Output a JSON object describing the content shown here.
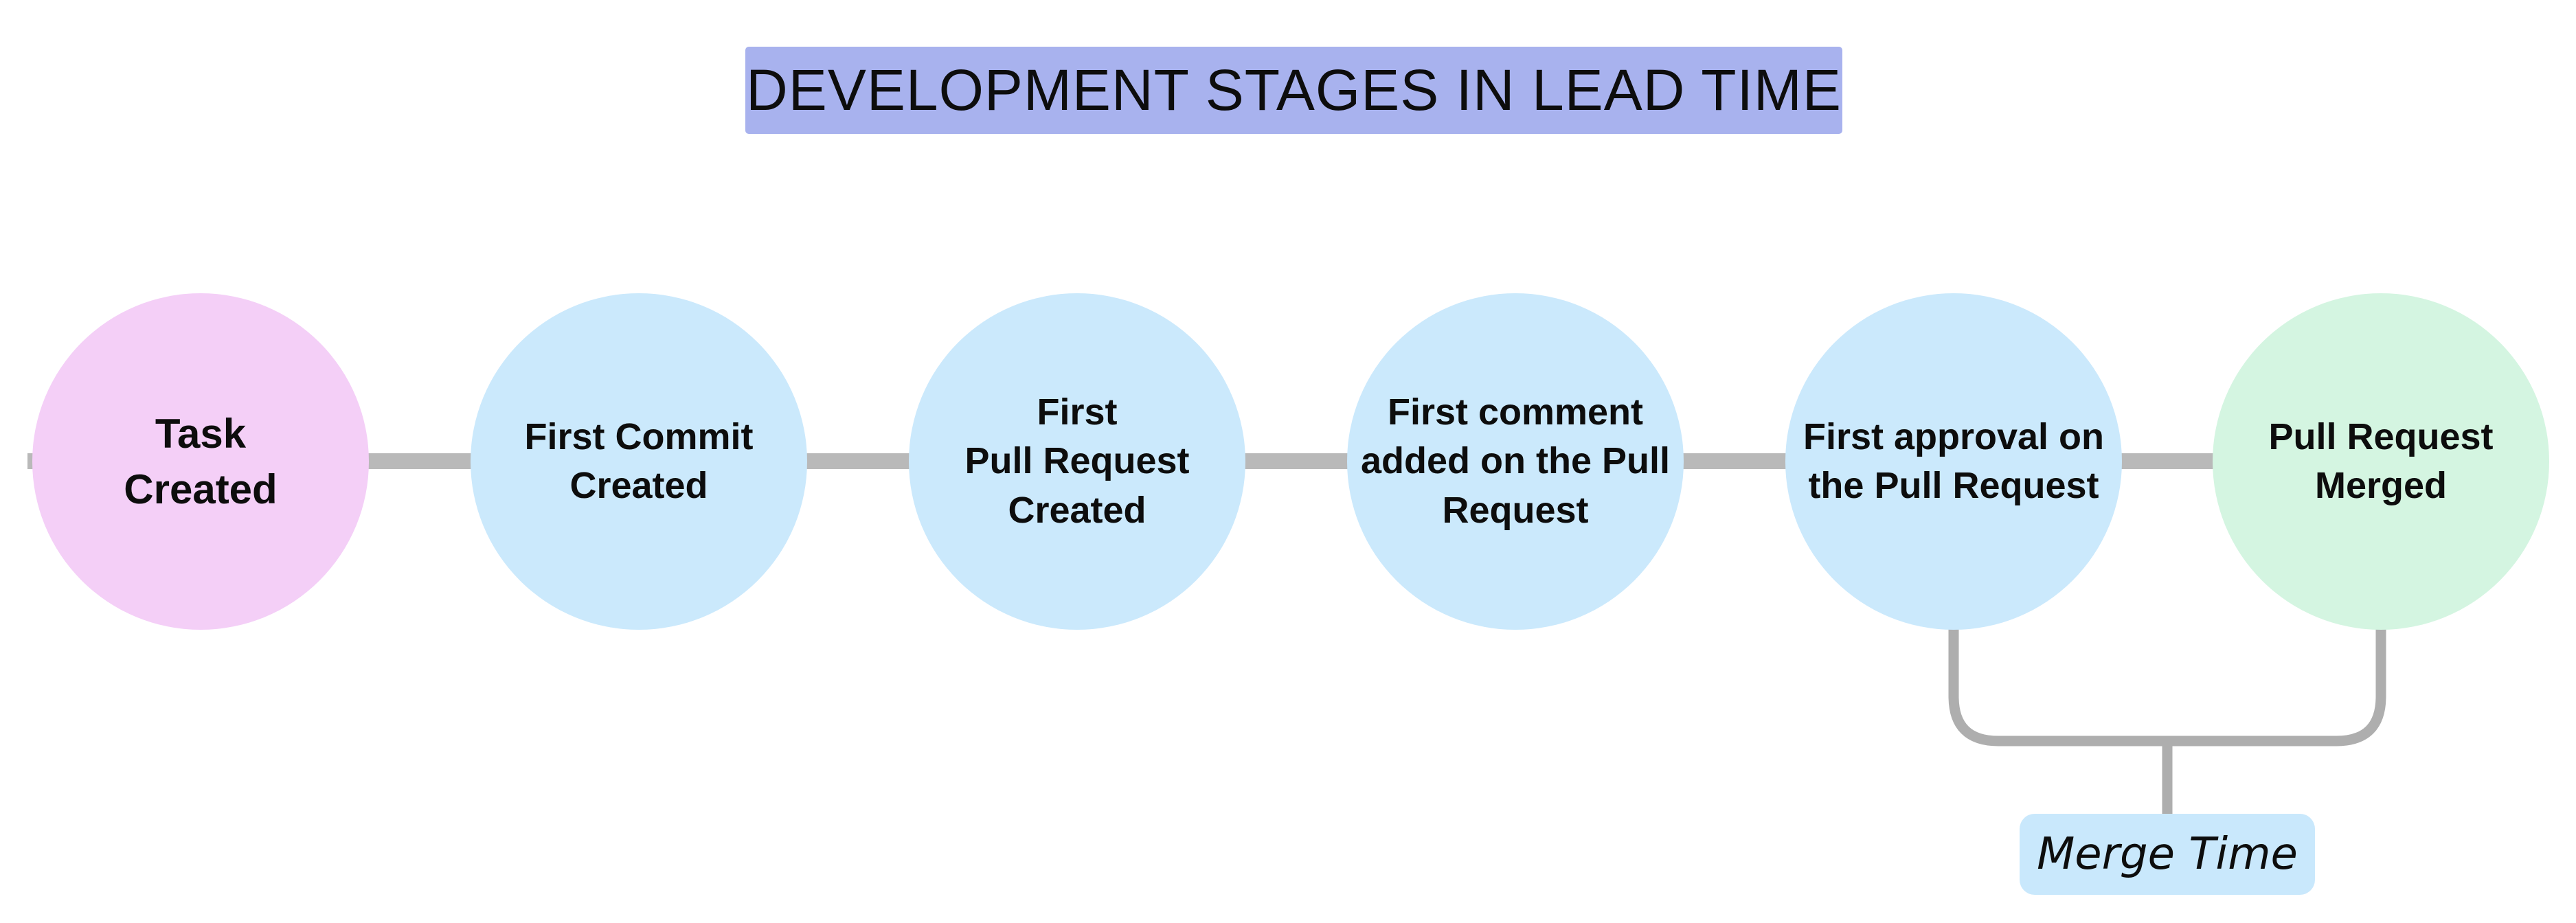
{
  "title": {
    "text": "DEVELOPMENT STAGES IN LEAD TIME",
    "bg_color": "#a8b2ee"
  },
  "stages": [
    {
      "id": "task-created",
      "label": "Task\nCreated",
      "color": "#f4cff7"
    },
    {
      "id": "first-commit-created",
      "label": "First Commit\nCreated",
      "color": "#cbe9fc"
    },
    {
      "id": "first-pull-request-created",
      "label": "First\nPull Request\nCreated",
      "color": "#cbe9fc"
    },
    {
      "id": "first-comment-added",
      "label": "First comment\nadded on the Pull\nRequest",
      "color": "#cbe9fc"
    },
    {
      "id": "first-approval",
      "label": "First approval on\nthe Pull Request",
      "color": "#cbe9fc"
    },
    {
      "id": "pull-request-merged",
      "label": "Pull Request\nMerged",
      "color": "#d4f5e1"
    }
  ],
  "annotation": {
    "label": "Merge Time",
    "bg_color": "#c9e8fc",
    "spans_from": "First approval on the Pull Request",
    "spans_to": "Pull Request Merged"
  },
  "connector_color": "#b9b9b9",
  "bracket_color": "#aeaeae"
}
